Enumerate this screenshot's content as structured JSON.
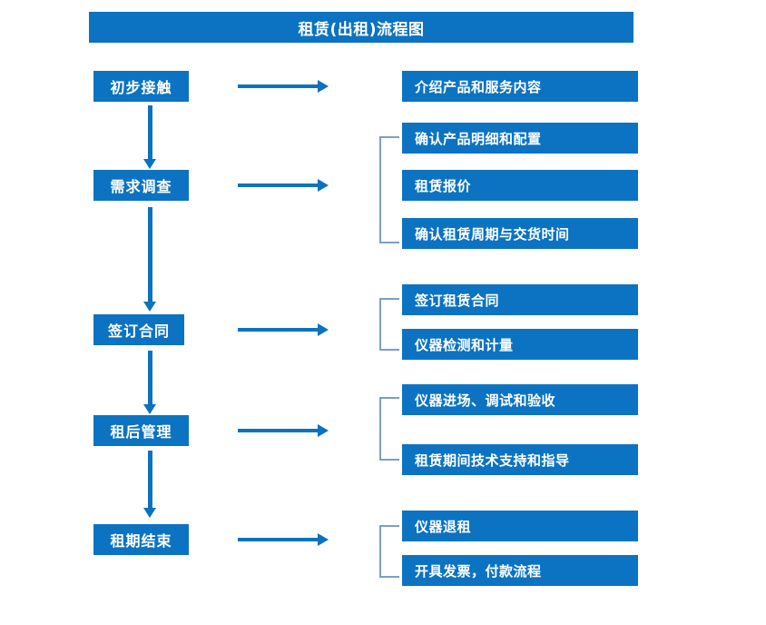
{
  "chart_data": {
    "type": "diagram",
    "title": "租赁(出租)流程图",
    "diagram_kind": "flowchart",
    "orientation": "vertical-with-branches",
    "stage_count": 5,
    "detail_count": 10
  },
  "header": {
    "title": "租赁(出租)流程图"
  },
  "flow": {
    "stages": [
      {
        "id": "stage-1",
        "label": "初步接触",
        "details": [
          "介绍产品和服务内容"
        ],
        "bracketed": false
      },
      {
        "id": "stage-2",
        "label": "需求调查",
        "details": [
          "确认产品明细和配置",
          "租赁报价",
          "确认租赁周期与交货时间"
        ],
        "bracketed": true
      },
      {
        "id": "stage-3",
        "label": "签订合同",
        "details": [
          "签订租赁合同",
          "仪器检测和计量"
        ],
        "bracketed": true
      },
      {
        "id": "stage-4",
        "label": "租后管理",
        "details": [
          "仪器进场、调试和验收",
          "租赁期间技术支持和指导"
        ],
        "bracketed": true
      },
      {
        "id": "stage-5",
        "label": "租期结束",
        "details": [
          "仪器退租",
          "开具发票，付款流程"
        ],
        "bracketed": true
      }
    ]
  },
  "colors": {
    "box_fill": "#0c73c2",
    "box_text": "#ffffff",
    "arrow": "#0b72c0",
    "bracket": "#7a9fc4",
    "background": "#ffffff"
  }
}
